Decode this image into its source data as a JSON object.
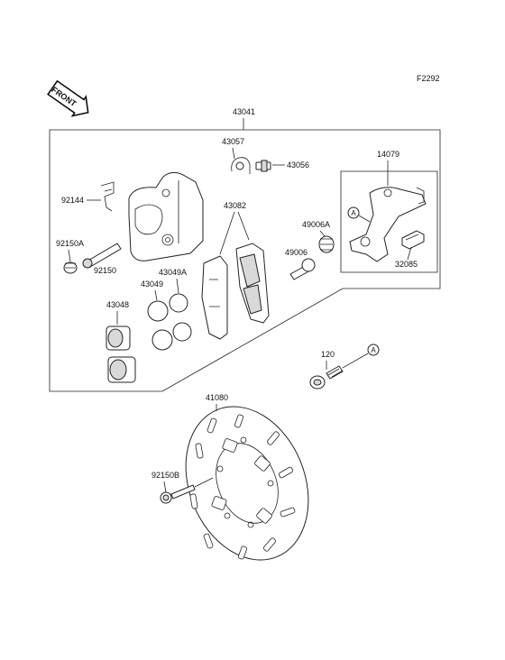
{
  "diagram_code": "F2292",
  "front_label": "FRONT",
  "callout_letter": "A",
  "parts": {
    "assembly": "43041",
    "bleeder_cap": "43057",
    "bleeder_valve": "43056",
    "pad_spring": "92144",
    "pin_bolt_a": "92150A",
    "pin_bolt": "92150",
    "seal_a": "43049A",
    "seal": "43049",
    "piston": "43048",
    "pad_set": "43082",
    "boot_a": "49006A",
    "boot": "49006",
    "bracket": "14079",
    "pad_holder": "32085",
    "bolt": "120",
    "disc": "41080",
    "disc_bolt": "92150B"
  }
}
